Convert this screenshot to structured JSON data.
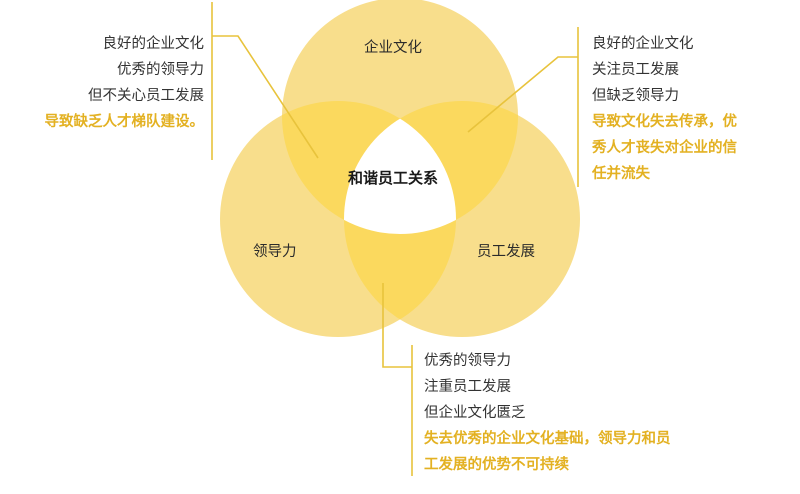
{
  "diagram": {
    "type": "venn-3-circle",
    "center_label": "和谐员工关系",
    "circles": [
      {
        "id": "culture",
        "label": "企业文化",
        "position": "top"
      },
      {
        "id": "leadership",
        "label": "领导力",
        "position": "bottom-left"
      },
      {
        "id": "employee",
        "label": "员工发展",
        "position": "bottom-right"
      }
    ],
    "colors": {
      "circle_fill": "#f8de8c",
      "overlap_fill": "#fbd95e",
      "center_fill": "#ffffff",
      "connector_line": "#e8c33c",
      "highlight_text": "#e3b122",
      "body_text": "#333333"
    }
  },
  "callouts": {
    "left": {
      "lines": [
        "良好的企业文化",
        "优秀的领导力",
        "但不关心员工发展"
      ],
      "highlight": [
        "导致缺乏人才梯队建设。"
      ]
    },
    "right": {
      "lines": [
        "良好的企业文化",
        "关注员工发展",
        "但缺乏领导力"
      ],
      "highlight": [
        "导致文化失去传承，优",
        "秀人才丧失对企业的信",
        "任并流失"
      ]
    },
    "bottom": {
      "lines": [
        "优秀的领导力",
        "注重员工发展",
        "但企业文化匮乏"
      ],
      "highlight": [
        "失去优秀的企业文化基础，领导力和员",
        "工发展的优势不可持续"
      ]
    }
  }
}
